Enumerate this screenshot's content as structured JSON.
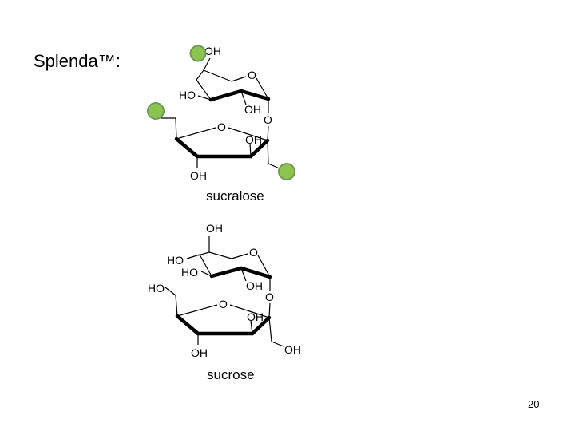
{
  "slide": {
    "title": "Splenda™:",
    "page_number": "20"
  },
  "colors": {
    "chlorine_marker_fill": "#8cc44f",
    "chlorine_marker_stroke": "#6f9a5b"
  },
  "sucralose": {
    "caption": "sucralose",
    "labels": {
      "oh_top": "OH",
      "ring_o_top": "O",
      "ho_left": "HO",
      "oh_mid": "OH",
      "o_link": "O",
      "ring_o_bottom": "O",
      "oh_furanose": "OH",
      "oh_bottom": "OH"
    }
  },
  "sucrose": {
    "caption": "sucrose",
    "labels": {
      "oh_top": "OH",
      "ring_o_top": "O",
      "ho_upper": "HO",
      "ho_lower": "HO",
      "ho_ch2": "HO",
      "oh_mid": "OH",
      "o_link": "O",
      "ring_o_bottom": "O",
      "oh_furanose": "OH",
      "oh_bottom": "OH",
      "oh_ch2_right": "OH"
    }
  }
}
